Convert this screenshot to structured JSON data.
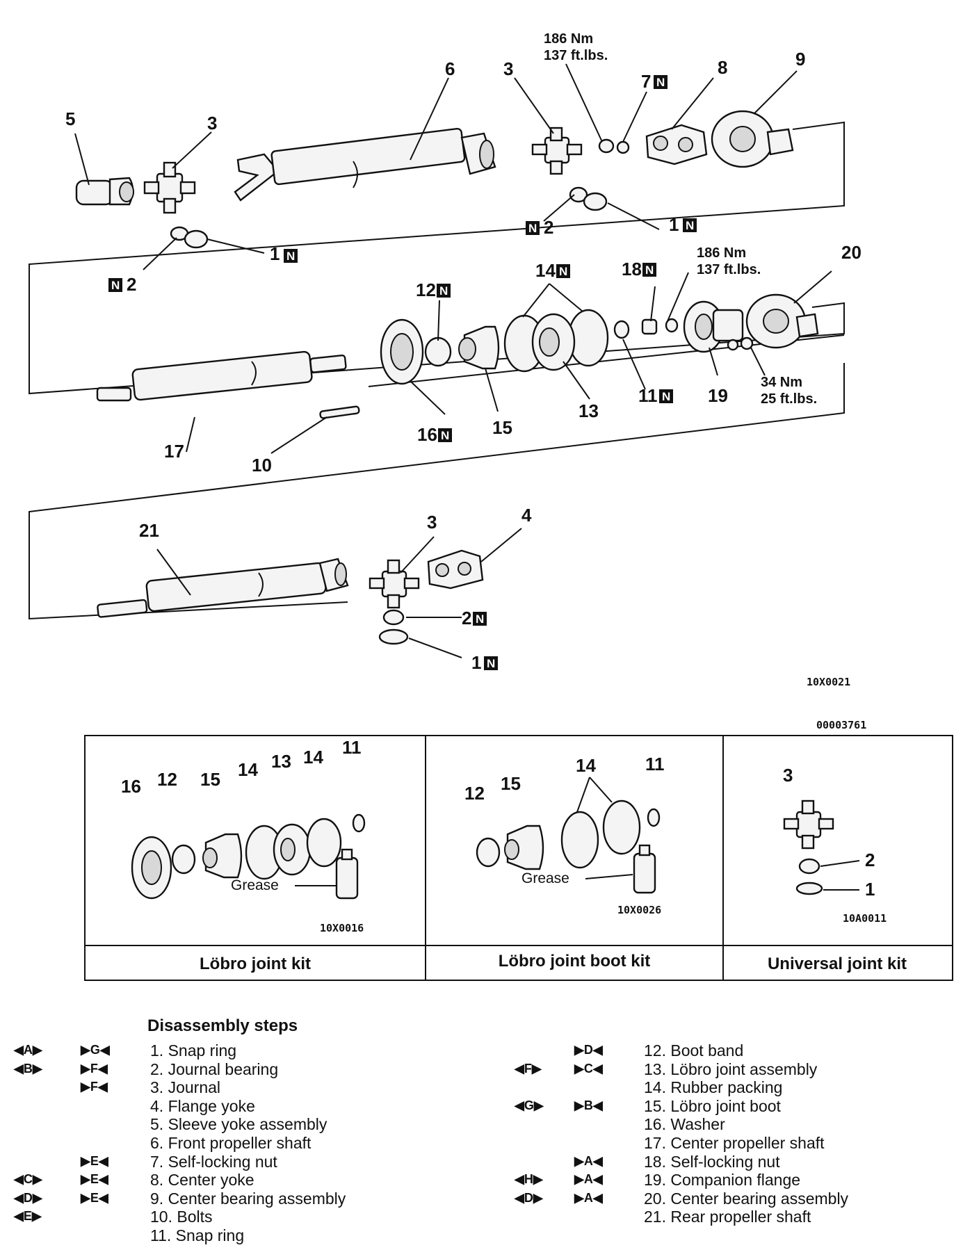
{
  "figure_codes": {
    "main": "10X0021",
    "doc": "00003761",
    "kit1": "10X0016",
    "kit2": "10X0026",
    "kit3": "10A0011"
  },
  "torque": {
    "front": [
      "186 Nm",
      "137 ft.lbs."
    ],
    "center": [
      "186 Nm",
      "137 ft.lbs."
    ],
    "small": [
      "34 Nm",
      "25 ft.lbs."
    ]
  },
  "callouts": {
    "n1": "1",
    "n2": "2",
    "n3": "3",
    "n4": "4",
    "n5": "5",
    "n6": "6",
    "n7": "7",
    "n8": "8",
    "n9": "9",
    "n10": "10",
    "n11": "11",
    "n12": "12",
    "n13": "13",
    "n14": "14",
    "n15": "15",
    "n16": "16",
    "n17": "17",
    "n18": "18",
    "n19": "19",
    "n20": "20",
    "n21": "21",
    "nmark": "N"
  },
  "kits": [
    {
      "title": "Löbro joint kit",
      "grease": "Grease"
    },
    {
      "title": "Löbro joint boot kit",
      "grease": "Grease"
    },
    {
      "title": "Universal joint kit"
    }
  ],
  "steps_title": "Disassembly steps",
  "steps_left": [
    {
      "m1": "A",
      "m2": "G",
      "text": "1. Snap ring"
    },
    {
      "m1": "B",
      "m2": "F",
      "text": "2. Journal bearing"
    },
    {
      "m1": "",
      "m2": "F",
      "text": "3. Journal"
    },
    {
      "m1": "",
      "m2": "",
      "text": "4. Flange yoke"
    },
    {
      "m1": "",
      "m2": "",
      "text": "5. Sleeve yoke assembly"
    },
    {
      "m1": "",
      "m2": "",
      "text": "6. Front propeller shaft"
    },
    {
      "m1": "",
      "m2": "E",
      "text": "7. Self-locking nut"
    },
    {
      "m1": "C",
      "m2": "E",
      "text": "8. Center yoke"
    },
    {
      "m1": "D",
      "m2": "E",
      "text": "9. Center bearing assembly"
    },
    {
      "m1": "E",
      "m2": "",
      "text": "10. Bolts"
    },
    {
      "m1": "",
      "m2": "",
      "text": "11. Snap ring"
    }
  ],
  "steps_right": [
    {
      "m1": "",
      "m2": "D",
      "text": "12. Boot band"
    },
    {
      "m1": "F",
      "m2": "C",
      "text": "13. Löbro joint assembly"
    },
    {
      "m1": "",
      "m2": "",
      "text": "14. Rubber packing"
    },
    {
      "m1": "G",
      "m2": "B",
      "text": "15. Löbro joint boot"
    },
    {
      "m1": "",
      "m2": "",
      "text": "16. Washer"
    },
    {
      "m1": "",
      "m2": "",
      "text": "17. Center propeller shaft"
    },
    {
      "m1": "",
      "m2": "A",
      "text": "18. Self-locking nut"
    },
    {
      "m1": "H",
      "m2": "A",
      "text": "19. Companion flange"
    },
    {
      "m1": "D",
      "m2": "A",
      "text": "20. Center bearing assembly"
    },
    {
      "m1": "",
      "m2": "",
      "text": "21. Rear propeller shaft"
    }
  ]
}
